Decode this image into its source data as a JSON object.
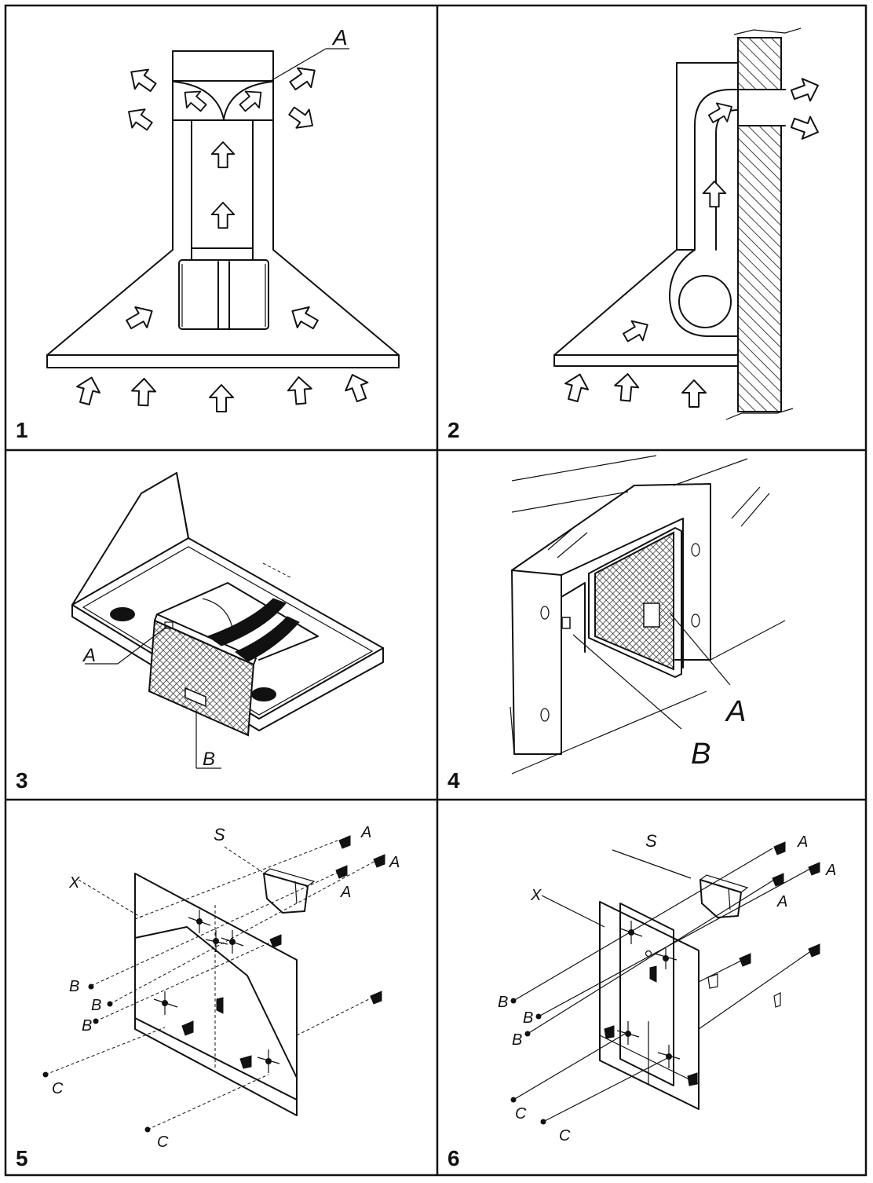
{
  "panels": [
    {
      "number": "1",
      "labels": [
        "A"
      ]
    },
    {
      "number": "2",
      "labels": []
    },
    {
      "number": "3",
      "labels": [
        "A",
        "B"
      ]
    },
    {
      "number": "4",
      "labels": [
        "A",
        "B"
      ]
    },
    {
      "number": "5",
      "labels": [
        "S",
        "A",
        "A",
        "A",
        "X",
        "B",
        "B",
        "B",
        "C",
        "C"
      ]
    },
    {
      "number": "6",
      "labels": [
        "S",
        "A",
        "A",
        "A",
        "X",
        "B",
        "B",
        "B",
        "C",
        "C"
      ]
    }
  ]
}
